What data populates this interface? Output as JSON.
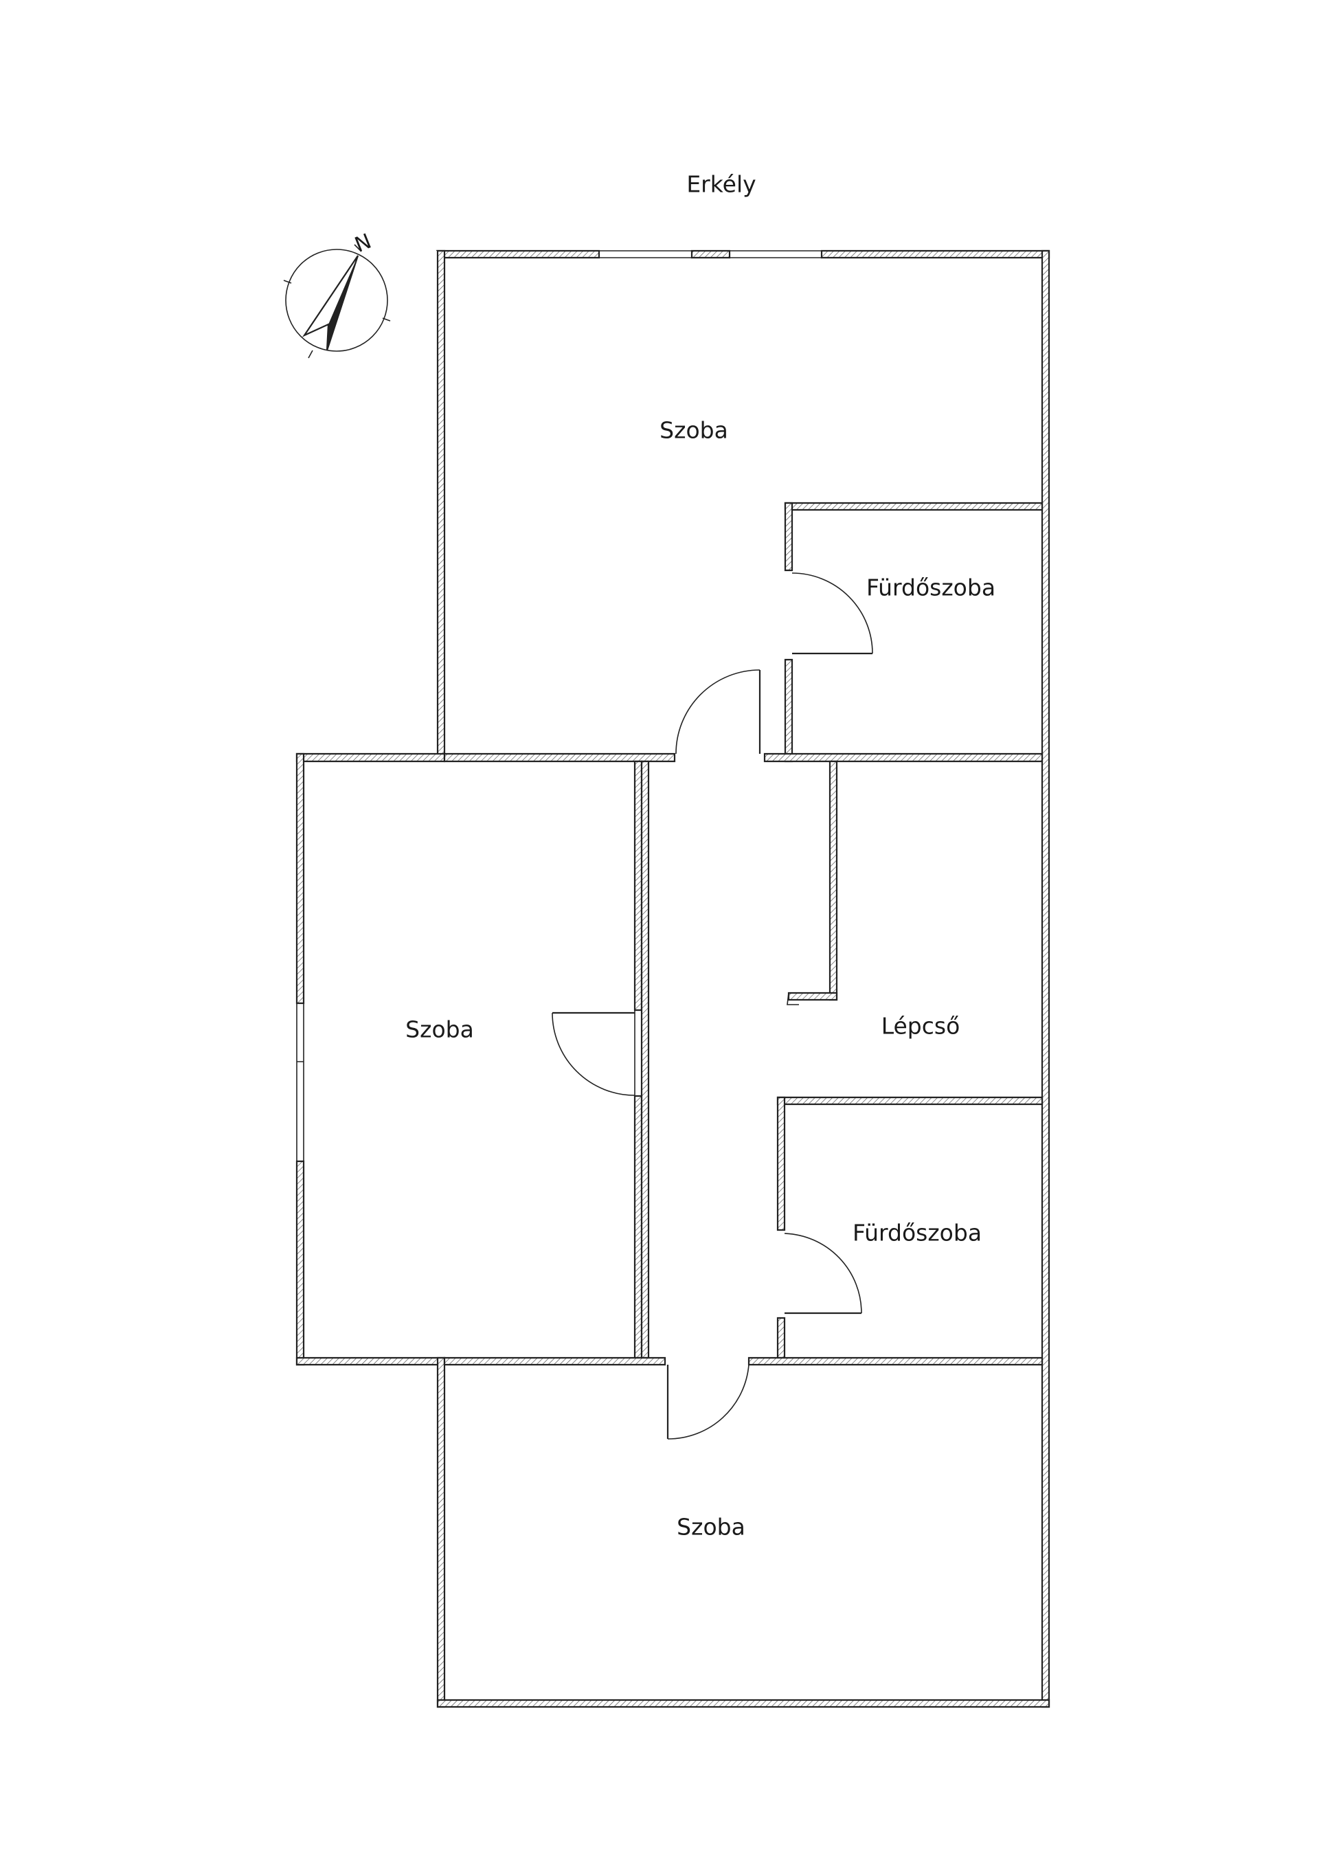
{
  "labels": {
    "balcony": "Erkély",
    "room_top": "Szoba",
    "bath_top": "Fürdőszoba",
    "room_left": "Szoba",
    "stairs": "Lépcső",
    "bath_bottom": "Fürdőszoba",
    "room_bottom": "Szoba"
  },
  "compass": {
    "north_letter": "N",
    "icon": "north-arrow-icon"
  },
  "colors": {
    "line": "#222222",
    "hatch": "#555555",
    "background": "#ffffff"
  }
}
